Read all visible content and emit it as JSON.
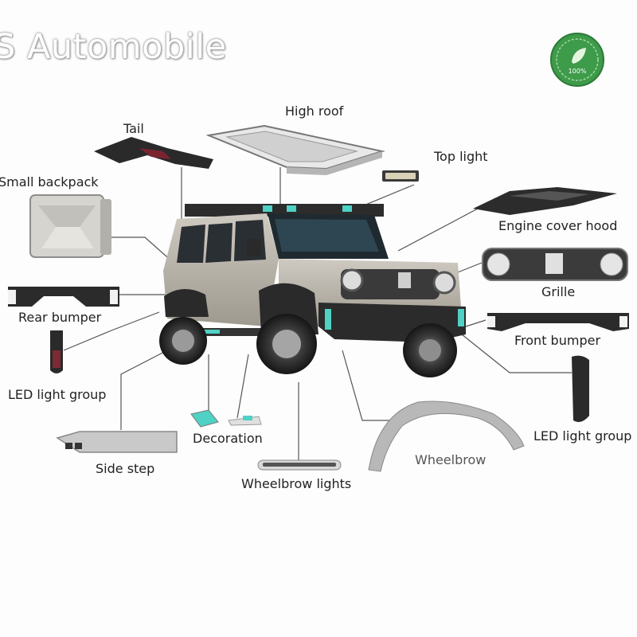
{
  "brand": {
    "name": "S Automobile",
    "badge_text": "100%"
  },
  "parts": {
    "high_roof": "High roof",
    "tail": "Tail",
    "top_light": "Top light",
    "small_backpack": "Small backpack",
    "engine_cover_hood": "Engine cover hood",
    "grille": "Grille",
    "rear_bumper": "Rear bumper",
    "front_bumper": "Front bumper",
    "led_light_group_left": "LED light group",
    "led_light_group_right": "LED light group",
    "decoration": "Decoration",
    "side_step": "Side step",
    "wheelbrow": "Wheelbrow",
    "wheelbrow_lights": "Wheelbrow lights"
  },
  "colors": {
    "accent_teal": "#4fd1c5",
    "body_gray": "#b9b4ab",
    "dark_part": "#2b2b2b",
    "badge_green": "#3d9b4a"
  }
}
